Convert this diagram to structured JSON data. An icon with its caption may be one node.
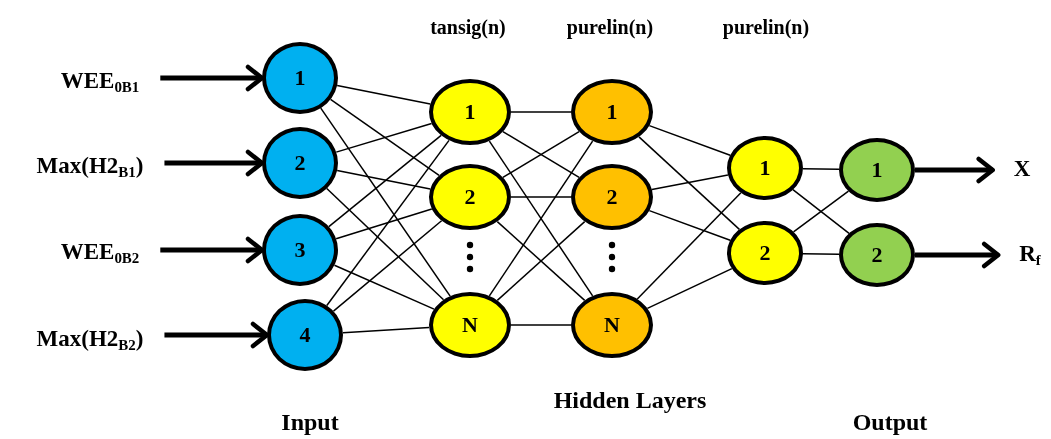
{
  "diagram": {
    "nodes": [
      {
        "text": [
          "WEE$_{0B1}$"
        ]
      },
      {
        "text": [
          "Max(H2$_{B1}$)"
        ]
      },
      {
        "text": [
          "WEE$_{0B2}$"
        ]
      },
      {
        "text": [
          "Max(H2$_{B2}$)"
        ]
      },
      {
        "text": [
          "1"
        ]
      },
      {
        "text": [
          "2"
        ]
      },
      {
        "text": [
          "3"
        ]
      },
      {
        "text": [
          "4"
        ]
      },
      {
        "text": [
          "1"
        ]
      },
      {
        "text": [
          "2"
        ]
      },
      {
        "text": [
          "N"
        ]
      },
      {
        "text": [
          "1"
        ]
      },
      {
        "text": [
          "2"
        ]
      },
      {
        "text": [
          "N"
        ]
      },
      {
        "text": [
          "1"
        ]
      },
      {
        "text": [
          "2"
        ]
      },
      {
        "text": [
          "1"
        ]
      },
      {
        "text": [
          "2"
        ]
      },
      {
        "text": [
          "X"
        ]
      },
      {
        "text": [
          "R$_{f}$"
        ]
      }
    ],
    "edges": [
      {
        "from": 0,
        "to": 4,
        "arrow": "to",
        "style": "thick"
      },
      {
        "from": 1,
        "to": 5,
        "arrow": "to",
        "style": "thick"
      },
      {
        "from": 2,
        "to": 6,
        "arrow": "to",
        "style": "thick"
      },
      {
        "from": 3,
        "to": 7,
        "arrow": "to",
        "style": "thick"
      },
      {
        "from": 4,
        "to": 8,
        "arrow": "none"
      },
      {
        "from": 4,
        "to": 9,
        "arrow": "none"
      },
      {
        "from": 4,
        "to": 10,
        "arrow": "none"
      },
      {
        "from": 5,
        "to": 8,
        "arrow": "none"
      },
      {
        "from": 5,
        "to": 9,
        "arrow": "none"
      },
      {
        "from": 5,
        "to": 10,
        "arrow": "none"
      },
      {
        "from": 6,
        "to": 8,
        "arrow": "none"
      },
      {
        "from": 6,
        "to": 9,
        "arrow": "none"
      },
      {
        "from": 6,
        "to": 10,
        "arrow": "none"
      },
      {
        "from": 7,
        "to": 8,
        "arrow": "none"
      },
      {
        "from": 7,
        "to": 9,
        "arrow": "none"
      },
      {
        "from": 7,
        "to": 10,
        "arrow": "none"
      },
      {
        "from": 8,
        "to": 11,
        "arrow": "none"
      },
      {
        "from": 8,
        "to": 12,
        "arrow": "none"
      },
      {
        "from": 8,
        "to": 13,
        "arrow": "none"
      },
      {
        "from": 9,
        "to": 11,
        "arrow": "none"
      },
      {
        "from": 9,
        "to": 12,
        "arrow": "none"
      },
      {
        "from": 9,
        "to": 13,
        "arrow": "none"
      },
      {
        "from": 10,
        "to": 11,
        "arrow": "none"
      },
      {
        "from": 10,
        "to": 12,
        "arrow": "none"
      },
      {
        "from": 10,
        "to": 13,
        "arrow": "none"
      },
      {
        "from": 11,
        "to": 14,
        "arrow": "none"
      },
      {
        "from": 11,
        "to": 15,
        "arrow": "none"
      },
      {
        "from": 12,
        "to": 14,
        "arrow": "none"
      },
      {
        "from": 12,
        "to": 15,
        "arrow": "none"
      },
      {
        "from": 13,
        "to": 14,
        "arrow": "none"
      },
      {
        "from": 13,
        "to": 15,
        "arrow": "none"
      },
      {
        "from": 14,
        "to": 16,
        "arrow": "none"
      },
      {
        "from": 14,
        "to": 17,
        "arrow": "none"
      },
      {
        "from": 15,
        "to": 16,
        "arrow": "none"
      },
      {
        "from": 15,
        "to": 17,
        "arrow": "none"
      },
      {
        "from": 16,
        "to": 18,
        "arrow": "to",
        "style": "thick"
      },
      {
        "from": 17,
        "to": 19,
        "arrow": "to",
        "style": "thick"
      }
    ],
    "labels": [
      "tansig(n)",
      "purelin(n)",
      "purelin(n)",
      "Hidden Layers",
      "Input",
      "Output"
    ]
  }
}
